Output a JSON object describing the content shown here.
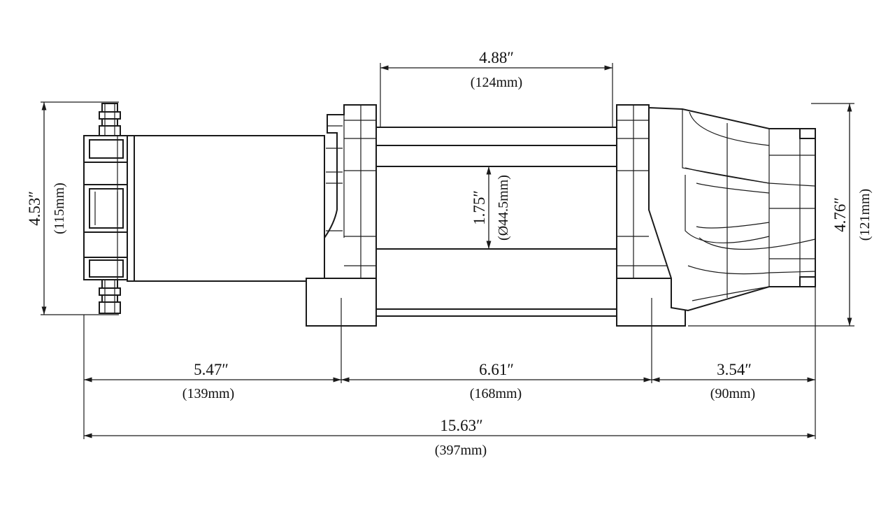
{
  "dimensions": {
    "drum_width": {
      "inch": "4.88″",
      "mm": "(124mm)"
    },
    "drum_diameter": {
      "inch": "1.75″",
      "mm": "(Ø44.5mm)"
    },
    "motor_height": {
      "inch": "4.53″",
      "mm": "(115mm)"
    },
    "gearbox_height": {
      "inch": "4.76″",
      "mm": "(121mm)"
    },
    "motor_to_mount": {
      "inch": "5.47″",
      "mm": "(139mm)"
    },
    "mount_spacing": {
      "inch": "6.61″",
      "mm": "(168mm)"
    },
    "mount_to_end": {
      "inch": "3.54″",
      "mm": "(90mm)"
    },
    "overall_length": {
      "inch": "15.63″",
      "mm": "(397mm)"
    }
  }
}
